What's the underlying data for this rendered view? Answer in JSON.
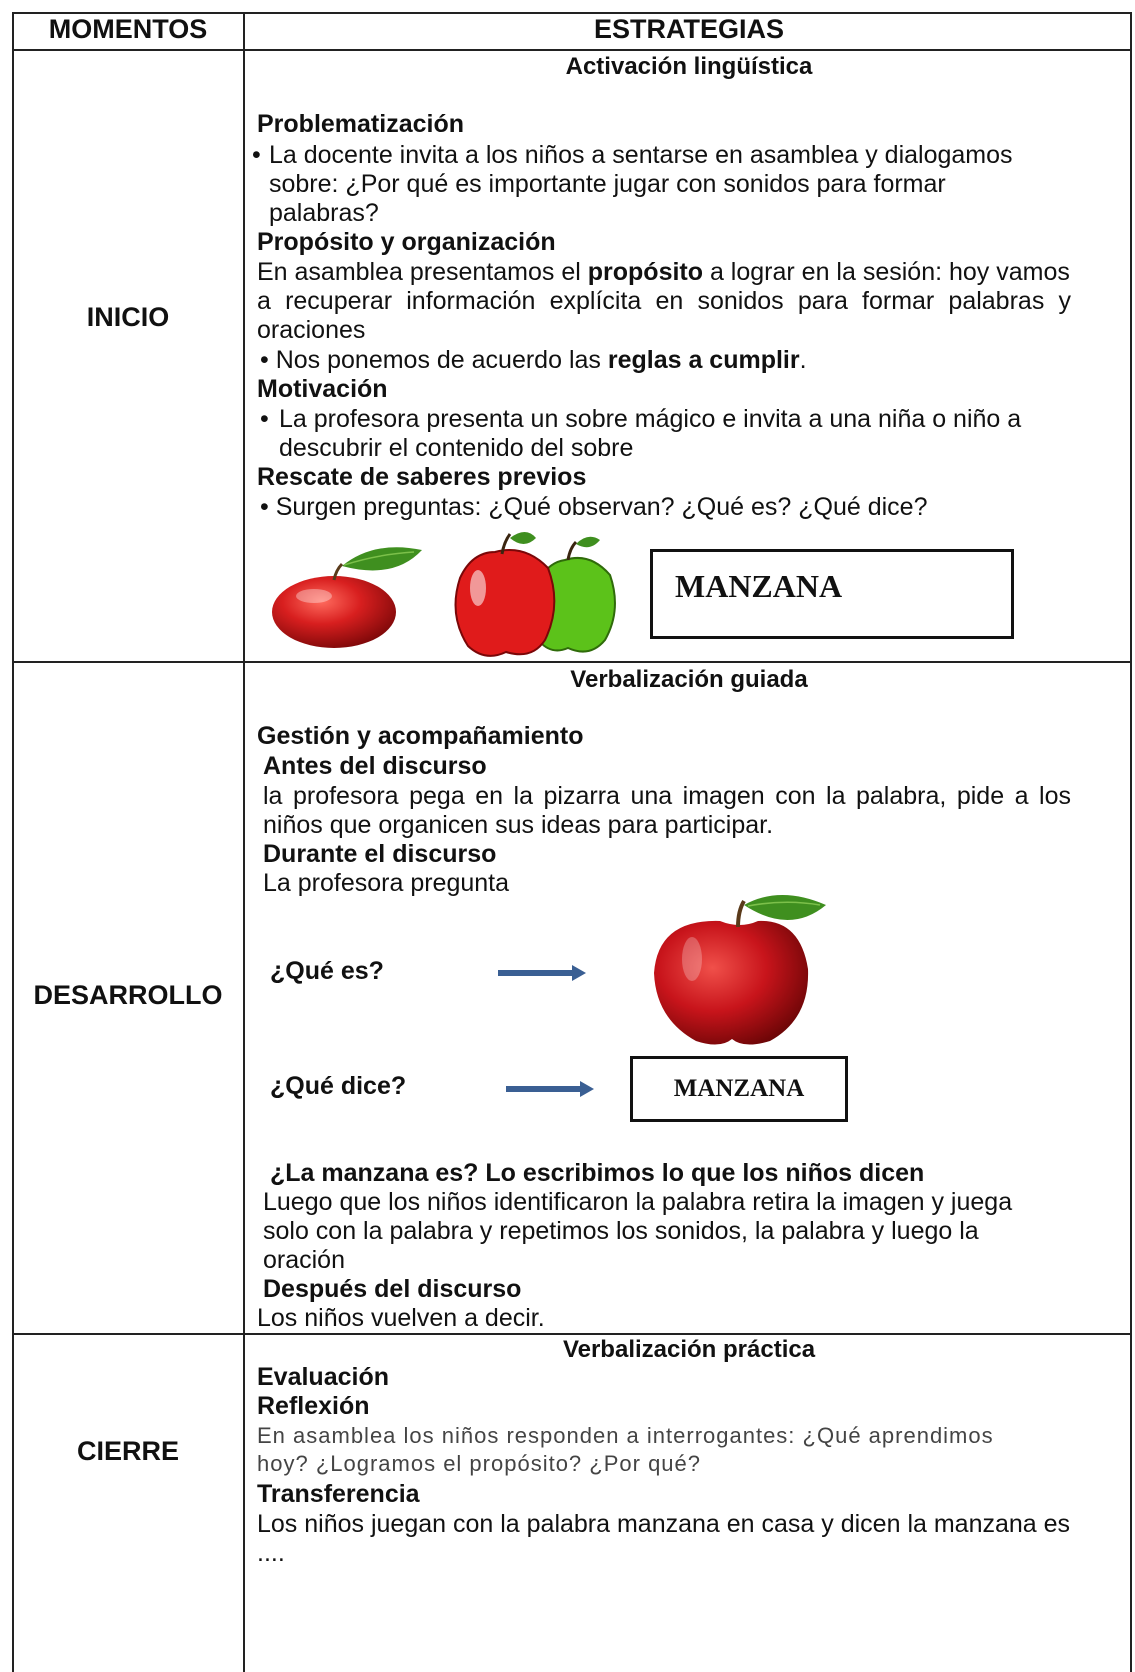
{
  "header": {
    "momentos": "MOMENTOS",
    "estrategias": "ESTRATEGIAS"
  },
  "inicio": {
    "moment": "INICIO",
    "title": "Activación lingüística",
    "problematizacion_heading": "Problematización",
    "problematizacion_l1": "La docente invita a los niños a sentarse en asamblea y dialogamos",
    "problematizacion_l2": "sobre: ¿Por qué es importante jugar con sonidos para formar",
    "problematizacion_l3": "palabras?",
    "proposito_heading": "Propósito y organización",
    "proposito_l1_a": "En asamblea presentamos el ",
    "proposito_l1_b": "propósito",
    "proposito_l1_c": " a lograr en la sesión: hoy vamos",
    "proposito_l2": "a recuperar información explícita en sonidos para formar palabras y",
    "proposito_l3": "oraciones",
    "reglas_a": "Nos ponemos de acuerdo las ",
    "reglas_b": "reglas a cumplir",
    "reglas_c": ".",
    "motivacion_heading": "Motivación",
    "motivacion_l1": "La profesora presenta un sobre mágico e invita a una niña o niño a",
    "motivacion_l2": "descubrir el contenido del sobre",
    "rescate_heading": "Rescate de saberes previos",
    "rescate_l1": "Surgen preguntas: ¿Qué observan? ¿Qué es? ¿Qué dice?",
    "word_card": "MANZANA"
  },
  "desarrollo": {
    "moment": "DESARROLLO",
    "title": "Verbalización guiada",
    "gestion_heading": "Gestión y acompañamiento",
    "antes_heading": "Antes del discurso",
    "antes_l1": "la profesora pega en la pizarra una imagen con la palabra, pide a los",
    "antes_l2": "niños que organicen sus ideas para participar.",
    "durante_heading": "Durante el discurso",
    "durante_l1": "La profesora pregunta",
    "q1": "¿Qué es?",
    "q2": "¿Qué dice?",
    "word_card": "MANZANA",
    "manzana_es": "¿La manzana es? Lo escribimos lo que los niños dicen",
    "luego_l1": "Luego que los niños identificaron la palabra retira la imagen y juega",
    "luego_l2": "solo con la palabra y repetimos los sonidos, la palabra y luego la",
    "luego_l3": "oración",
    "despues_heading": "Después del discurso",
    "despues_l1": "Los niños vuelven a decir."
  },
  "cierre": {
    "moment": "CIERRE",
    "title": "Verbalización práctica",
    "evaluacion_heading": "Evaluación",
    "reflexion_heading": "Reflexión",
    "reflexion_l1": "En asamblea los niños responden a interrogantes: ¿Qué aprendimos",
    "reflexion_l2": "hoy? ¿Logramos el propósito? ¿Por qué?",
    "transferencia_heading": "Transferencia",
    "transferencia_l1": "Los niños juegan con la palabra manzana en casa y dicen la manzana es",
    "transferencia_l2": "...."
  },
  "colors": {
    "apple_red": "#c8141b",
    "apple_green": "#5cc21a",
    "leaf_green": "#3f8f1f",
    "arrow_blue": "#3a5f93",
    "border": "#222222"
  }
}
